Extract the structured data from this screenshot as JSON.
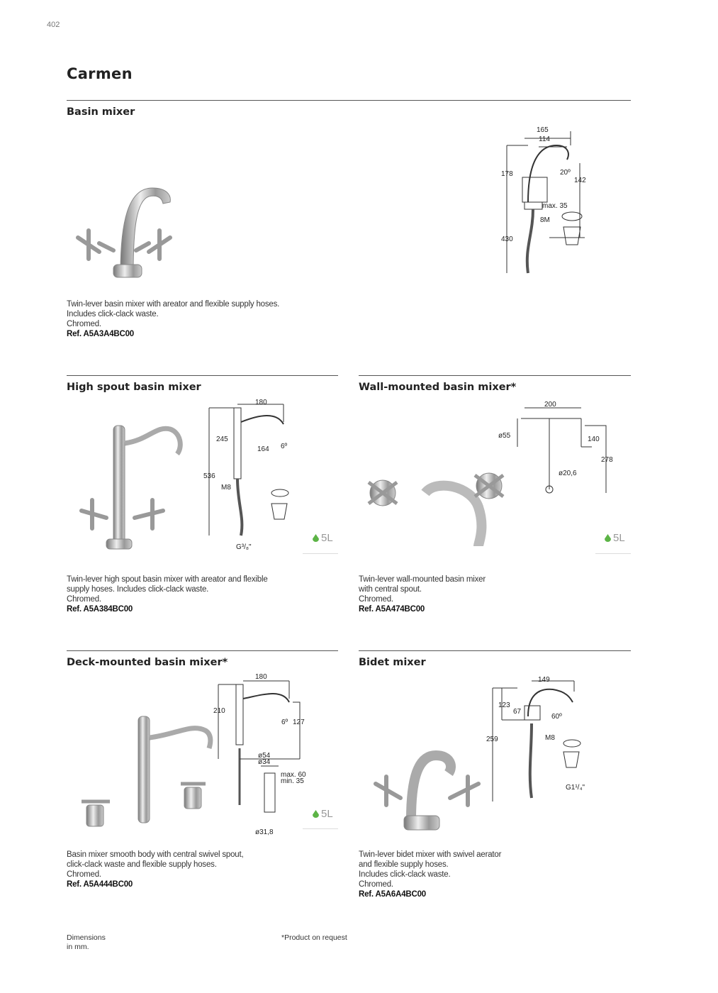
{
  "page_number": "402",
  "title": "Carmen",
  "products": [
    {
      "name": "Basin mixer",
      "desc": [
        "Twin-lever basin mixer with areator and flexible supply hoses.",
        "Includes click-clack waste.",
        "Chromed."
      ],
      "ref": "Ref. A5A3A4BC00",
      "dims": [
        "165",
        "114",
        "178",
        "20º",
        "142",
        "max. 35",
        "8M",
        "430"
      ]
    },
    {
      "name": "High spout basin mixer",
      "desc": [
        "Twin-lever high spout basin mixer with areator and flexible",
        "supply hoses. Includes click-clack waste.",
        "Chromed."
      ],
      "ref": "Ref. A5A384BC00",
      "dims": [
        "180",
        "245",
        "164",
        "6º",
        "536",
        "M8",
        "G³/₈\""
      ],
      "water": "5L"
    },
    {
      "name": "Wall-mounted basin mixer*",
      "desc": [
        "Twin-lever wall-mounted basin mixer",
        "with central spout.",
        "Chromed."
      ],
      "ref": "Ref. A5A474BC00",
      "dims": [
        "200",
        "ø55",
        "140",
        "278",
        "ø20,6"
      ],
      "water": "5L"
    },
    {
      "name": "Deck-mounted basin mixer*",
      "desc": [
        "Basin mixer smooth body with central swivel spout,",
        "click-clack waste and flexible supply hoses.",
        "Chromed."
      ],
      "ref": "Ref. A5A444BC00",
      "dims": [
        "180",
        "210",
        "6º",
        "127",
        "ø54",
        "ø34",
        "max. 60",
        "min. 35",
        "ø31,8"
      ],
      "water": "5L"
    },
    {
      "name": "Bidet mixer",
      "desc": [
        "Twin-lever bidet mixer with swivel aerator",
        "and flexible supply hoses.",
        "Includes click-clack waste.",
        "Chromed."
      ],
      "ref": "Ref. A5A6A4BC00",
      "dims": [
        "149",
        "123",
        "67",
        "60º",
        "259",
        "M8",
        "G1¹/₄\""
      ]
    }
  ],
  "footer": {
    "dimensions": [
      "Dimensions",
      "in mm."
    ],
    "note": "*Product on request"
  },
  "colors": {
    "water_drop": "#5cb446"
  }
}
